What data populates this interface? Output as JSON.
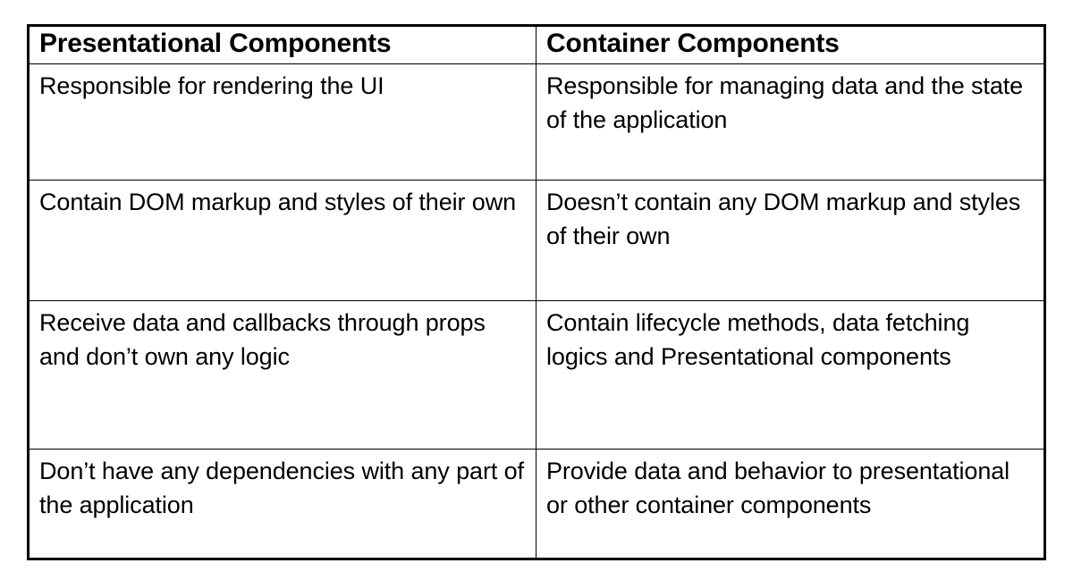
{
  "table": {
    "type": "comparison-table",
    "columns": 2,
    "headers": [
      "Presentational Components",
      "Container Components"
    ],
    "rows": [
      {
        "presentational": "Responsible for rendering the UI",
        "container": "Responsible for managing data and the state of the application"
      },
      {
        "presentational": "Contain DOM markup and styles of their own",
        "container": "Doesn’t contain any DOM markup and styles of their own"
      },
      {
        "presentational": "Receive data and callbacks through props and don’t own any logic",
        "container": "Contain lifecycle methods, data fetching logics and Presentational components"
      },
      {
        "presentational": "Don’t have any dependencies with any part of the application",
        "container": "Provide data and behavior to presentational or other container components"
      }
    ]
  },
  "colors": {
    "background": "#ffffff",
    "text": "#000000",
    "border": "#000000"
  }
}
